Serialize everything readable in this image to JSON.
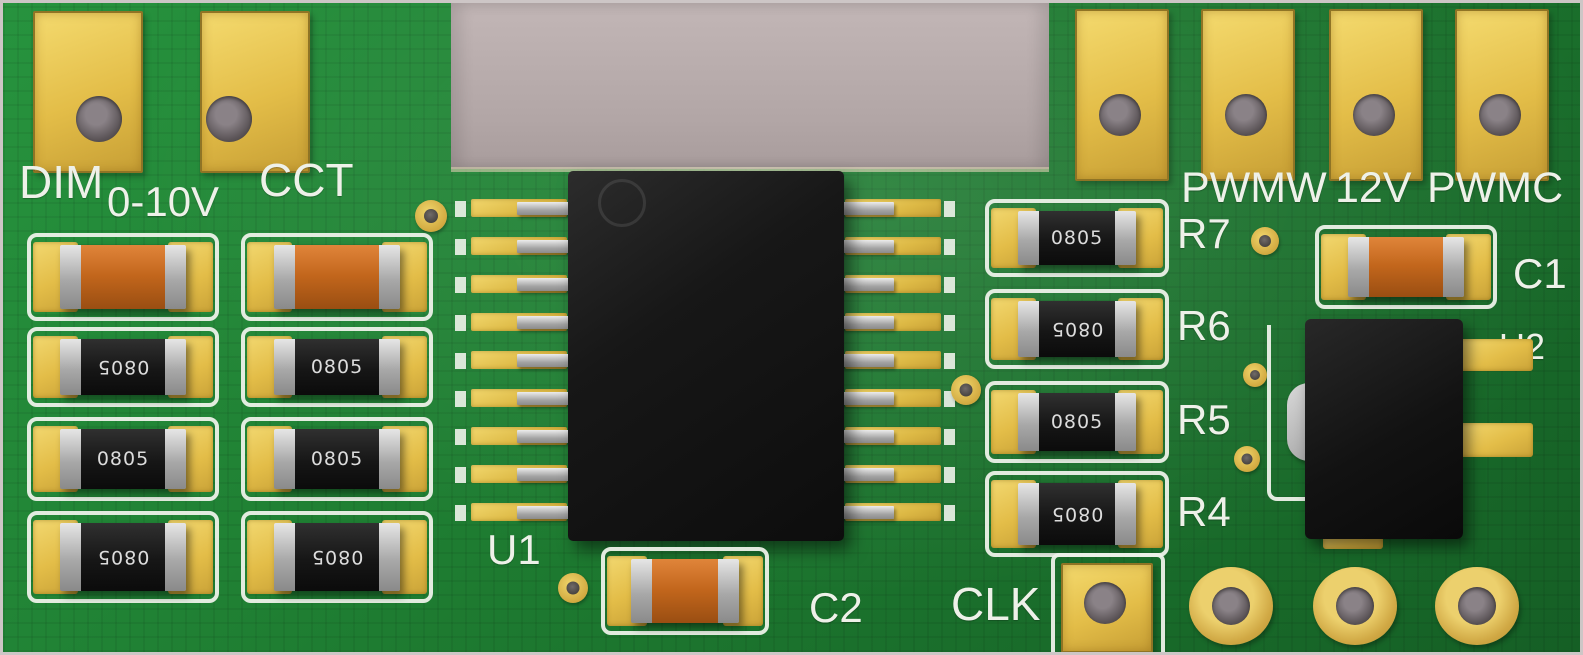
{
  "scene": "3d-render-of-led-dimmer-pcb",
  "colors": {
    "background": "#b2a6a6",
    "board_green": "#1e7c31",
    "pad_gold": "#e3bd48",
    "silkscreen": "#edf1e9",
    "ic_black": "#141414",
    "capacitor_orange": "#c2661c",
    "terminal_gray": "#a8a8a8",
    "hole_gray": "#5a5356"
  },
  "labels": {
    "dim": "DIM",
    "v0_10": "0-10V",
    "cct": "CCT",
    "pwmw": "PWMW",
    "v12": "12V",
    "pwmc": "PWMC",
    "r7": "R7",
    "r6": "R6",
    "r5": "R5",
    "r4": "R4",
    "c1": "C1",
    "c2": "C2",
    "u1": "U1",
    "u2": "U2",
    "clk": "CLK"
  },
  "markings": {
    "chip": "0805"
  }
}
